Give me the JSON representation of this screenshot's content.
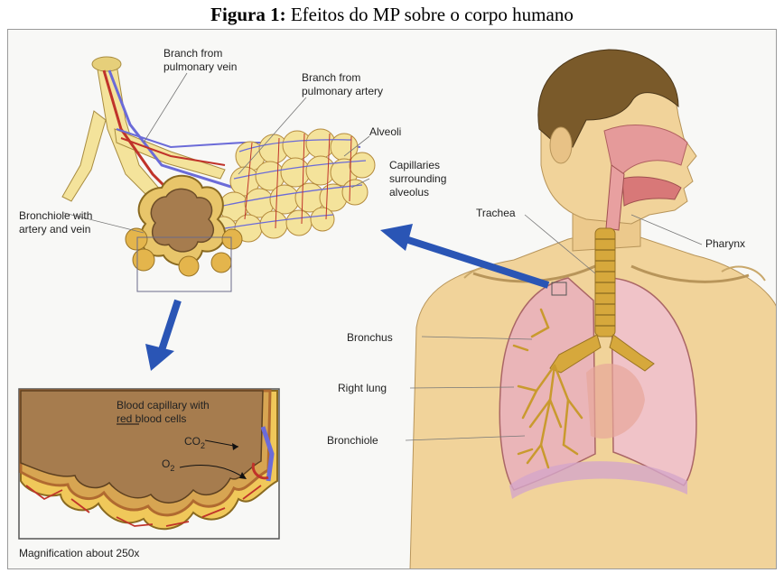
{
  "caption": {
    "bold": "Figura 1:",
    "text": " Efeitos do MP sobre o corpo humano"
  },
  "labels": {
    "branch_vein_l1": "Branch from",
    "branch_vein_l2": "pulmonary vein",
    "branch_artery_l1": "Branch from",
    "branch_artery_l2": "pulmonary artery",
    "alveoli": "Alveoli",
    "capillaries_l1": "Capillaries",
    "capillaries_l2": "surrounding",
    "capillaries_l3": "alveolus",
    "bronchiole_av_l1": "Bronchiole with",
    "bronchiole_av_l2": "artery and vein",
    "trachea": "Trachea",
    "pharynx": "Pharynx",
    "bronchus": "Bronchus",
    "right_lung": "Right lung",
    "bronchiole": "Bronchiole",
    "blood_cap_l1": "Blood capillary with",
    "blood_cap_l2": "red blood cells",
    "co2": "CO",
    "co2_sub": "2",
    "o2": "O",
    "o2_sub": "2",
    "magnification": "Magnification about 250x"
  },
  "colors": {
    "skin": "#f1d39a",
    "hair": "#7a5a2a",
    "lung": "#e9b7b5",
    "airway": "#d6a83c",
    "alveolus": "#f4e39b",
    "alveolus_inner": "#a67c4e",
    "arrow": "#2a55b5",
    "vein": "#6b6bd8",
    "artery": "#c0332a"
  }
}
